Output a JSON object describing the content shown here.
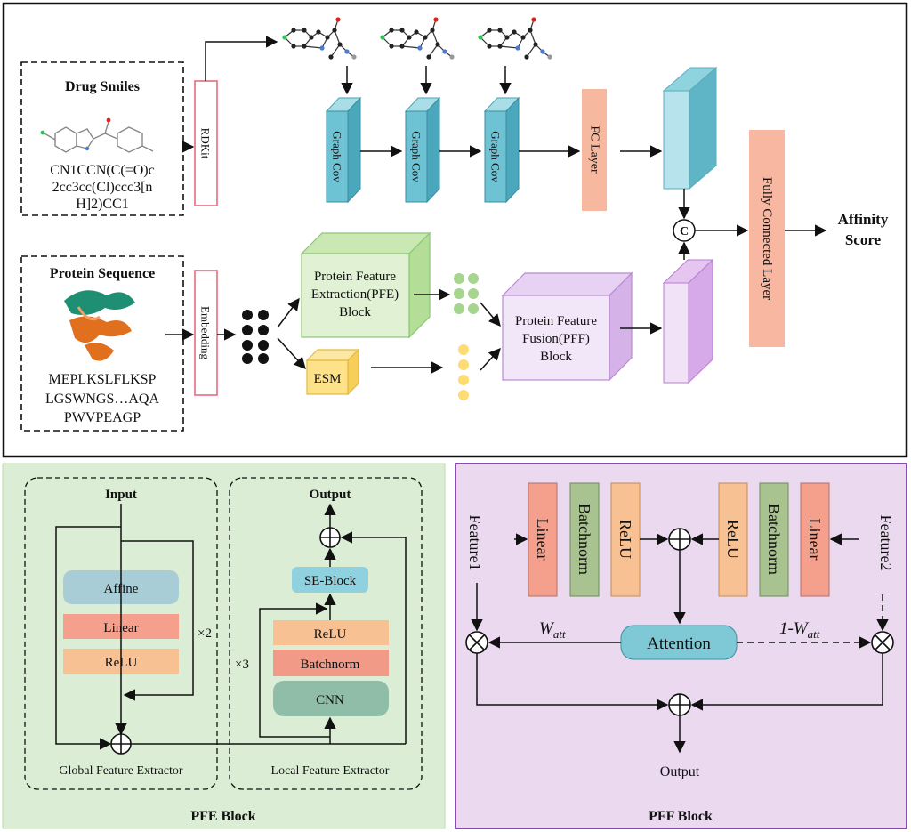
{
  "top": {
    "drug_title": "Drug Smiles",
    "smiles_lines": [
      "CN1CCN(C(=O)c",
      "2cc3cc(Cl)ccc3[n",
      "H]2)CC1"
    ],
    "protein_title": "Protein Sequence",
    "sequence_lines": [
      "MEPLKSLFLKSP",
      "LGSWNGS…AQA",
      "PWVPEAGP"
    ],
    "rdkit": "RDKit",
    "embedding": "Embedding",
    "graph_cov": "Graph Cov",
    "fc_layer": "FC Layer",
    "fully_connected": "Fully Connected Layer",
    "concat": "C",
    "affinity": [
      "Affinity",
      "Score"
    ],
    "pfe_block": [
      "Protein Feature",
      "Extraction(PFE)",
      "Block"
    ],
    "pff_block": [
      "Protein Feature",
      "Fusion(PFF)",
      "Block"
    ],
    "esm": "ESM"
  },
  "pfe": {
    "caption": "PFE Block",
    "input": "Input",
    "output": "Output",
    "affine": "Affine",
    "linear": "Linear",
    "relu": "ReLU",
    "repeat_global": "×2",
    "global_label": "Global Feature Extractor",
    "se_block": "SE-Block",
    "relu_local": "ReLU",
    "batchnorm": "Batchnorm",
    "cnn": "CNN",
    "repeat_local": "×3",
    "local_label": "Local Feature Extractor"
  },
  "pff": {
    "caption": "PFF Block",
    "feature1": "Feature1",
    "feature2": "Feature2",
    "left_layers": [
      "Linear",
      "Batchnorm",
      "ReLU"
    ],
    "right_layers": [
      "ReLU",
      "Batchnorm",
      "Linear"
    ],
    "attention": "Attention",
    "w_att": "W",
    "w_att_sub": "att",
    "one_minus": "1-W",
    "output": "Output"
  },
  "colors": {
    "graph_cov": "#6dc3d4",
    "fc_layer": "#f6b9a0",
    "pfe_green": "#d8efc8",
    "esm_yellow": "#fde28a",
    "pff_purple": "#e7d4f2",
    "pfe_panel": "#dbedd5",
    "pff_panel": "#ead9ef",
    "linear_red": "#f4a08c",
    "batchnorm_green": "#a8c290",
    "relu_orange": "#f8c194",
    "attention_teal": "#7fc9d6"
  }
}
